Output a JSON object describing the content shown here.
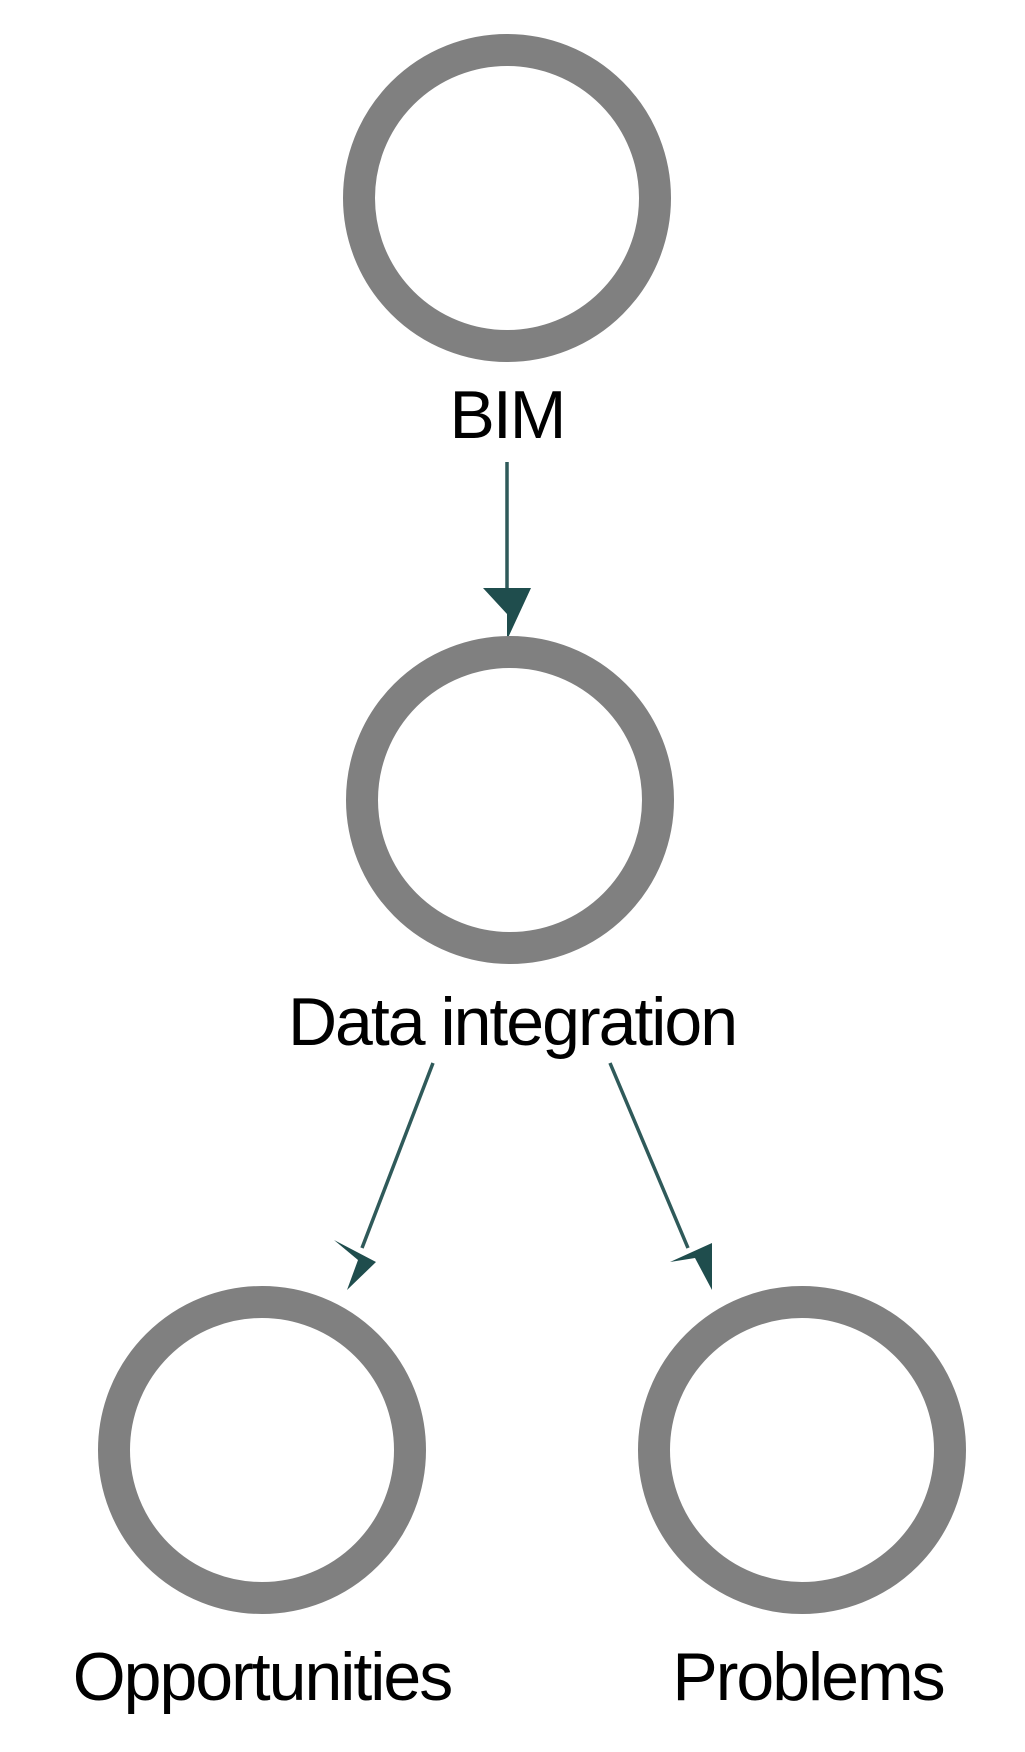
{
  "diagram": {
    "type": "directed-graph",
    "node_color": "#808080",
    "edge_color": "#1f4d4d",
    "nodes": [
      {
        "id": "bim",
        "label": "BIM"
      },
      {
        "id": "data-integration",
        "label": "Data integration"
      },
      {
        "id": "opportunities",
        "label": "Opportunities"
      },
      {
        "id": "problems",
        "label": "Problems"
      }
    ],
    "edges": [
      {
        "from": "bim",
        "to": "data-integration"
      },
      {
        "from": "data-integration",
        "to": "opportunities"
      },
      {
        "from": "data-integration",
        "to": "problems"
      }
    ]
  }
}
